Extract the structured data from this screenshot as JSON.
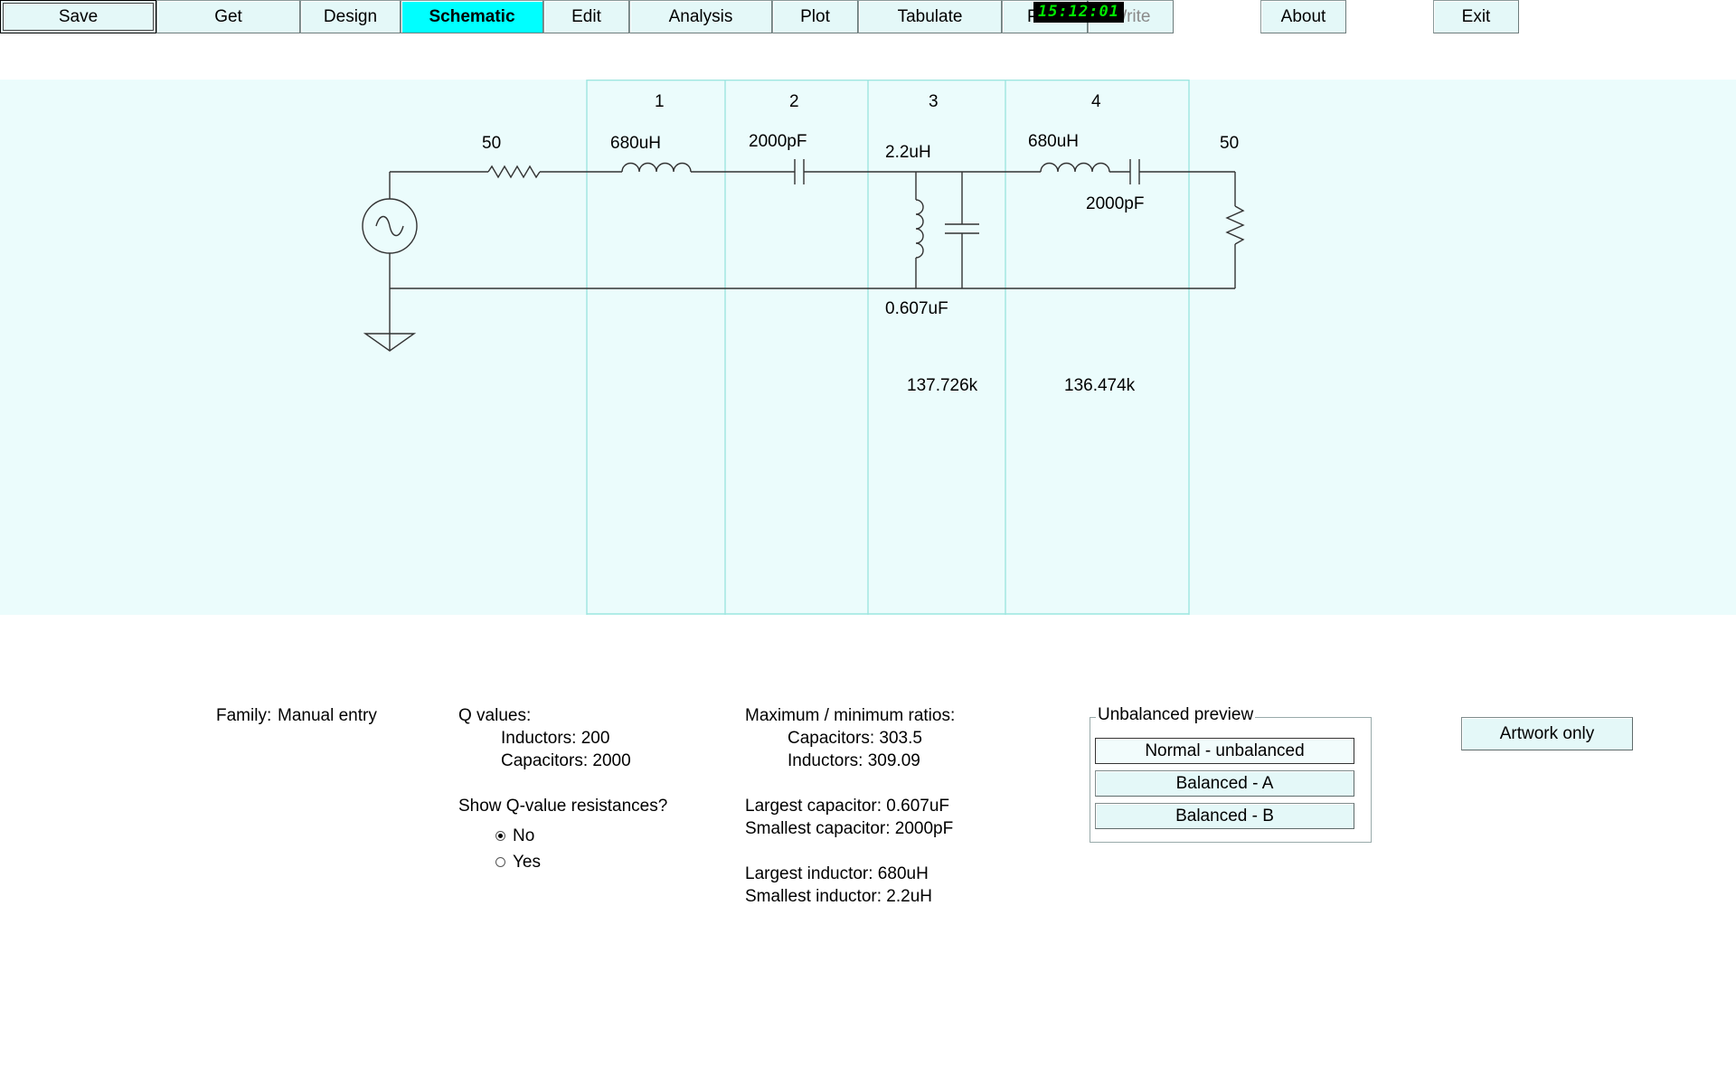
{
  "toolbar": {
    "save": "Save",
    "get": "Get",
    "design": "Design",
    "schematic": "Schematic",
    "edit": "Edit",
    "analysis": "Analysis",
    "plot": "Plot",
    "tabulate": "Tabulate",
    "print": "Print",
    "write": "Write",
    "about": "About",
    "exit": "Exit",
    "clock": "15:12:01",
    "active_tab": "Schematic"
  },
  "schematic": {
    "columns": [
      "1",
      "2",
      "3",
      "4"
    ],
    "source_resistor": "50",
    "series_inductor_1": "680uH",
    "series_capacitor_2": "2000pF",
    "shunt_inductor_3": "2.2uH",
    "shunt_capacitor_3": "0.607uF",
    "series_inductor_4": "680uH",
    "series_capacitor_4": "2000pF",
    "load_resistor": "50",
    "resonance_3": "137.726k",
    "resonance_4": "136.474k"
  },
  "info": {
    "family_label": "Family:",
    "family_value": "Manual entry",
    "q_title": "Q values:",
    "q_inductors": "Inductors:  200",
    "q_capacitors": "Capacitors:  2000",
    "show_q_label": "Show Q-value resistances?",
    "radio_no": "No",
    "radio_yes": "Yes",
    "radio_selected": "No",
    "ratios_title": "Maximum / minimum ratios:",
    "ratio_capacitors": "Capacitors: 303.5",
    "ratio_inductors": "Inductors: 309.09",
    "largest_capacitor": "Largest capacitor: 0.607uF",
    "smallest_capacitor": "Smallest capacitor: 2000pF",
    "largest_inductor": "Largest inductor: 680uH",
    "smallest_inductor": "Smallest inductor: 2.2uH"
  },
  "preview": {
    "title": "Unbalanced preview",
    "normal": "Normal - unbalanced",
    "balanced_a": "Balanced - A",
    "balanced_b": "Balanced - B",
    "selected": "Normal - unbalanced"
  },
  "artwork_only": "Artwork only",
  "colors": {
    "active_tab": "#00ffff",
    "button_face": "#e4f8f8",
    "canvas_bg": "#ebfcfc",
    "column_lines": "#9ee6e0",
    "clock_text": "#00ee00"
  }
}
